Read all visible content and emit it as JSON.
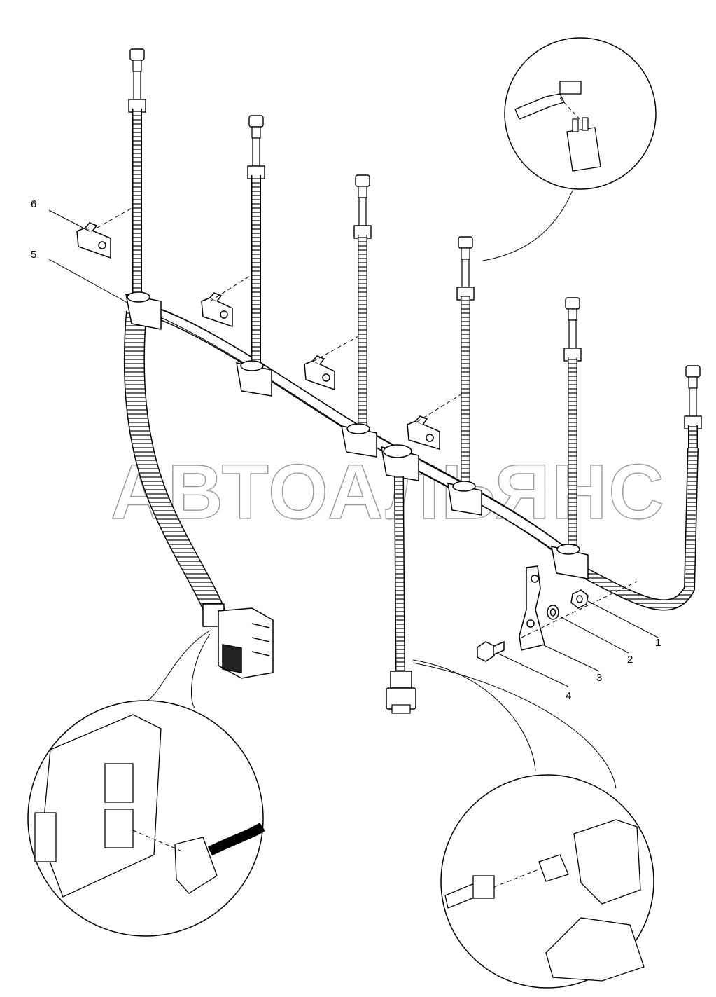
{
  "diagram": {
    "callouts": [
      {
        "id": "1",
        "label": "1"
      },
      {
        "id": "2",
        "label": "2"
      },
      {
        "id": "3",
        "label": "3"
      },
      {
        "id": "4",
        "label": "4"
      },
      {
        "id": "5",
        "label": "5"
      },
      {
        "id": "6",
        "label": "6"
      }
    ],
    "watermark": "АВТОАЛЬЯНС",
    "colors": {
      "line": "#000000",
      "watermark": "#9a9a9a",
      "background": "#ffffff"
    }
  }
}
